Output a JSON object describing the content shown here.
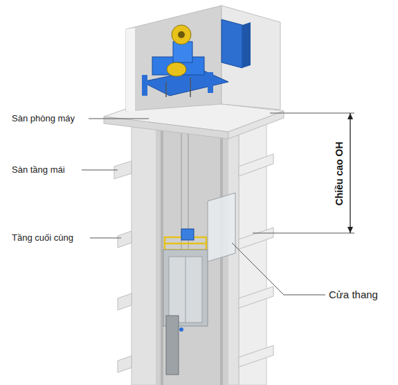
{
  "diagram": {
    "labels": [
      "Sàn phòng máy",
      "Sàn tầng mái",
      "Tầng cuối cùng",
      "Chiều cao OH",
      "Cửa thang"
    ]
  }
}
